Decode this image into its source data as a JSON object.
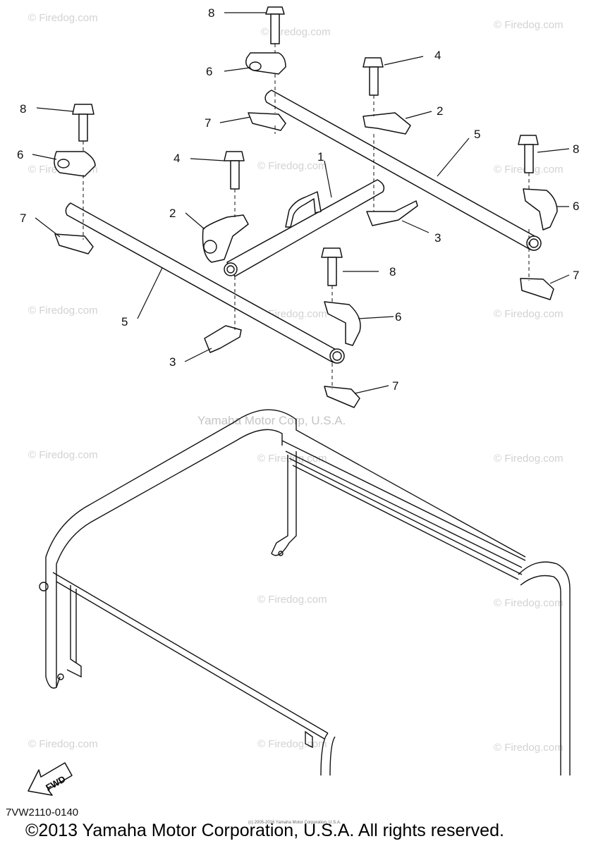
{
  "watermark": "© Firedog.com",
  "corp_watermark": "Yamaha Motor Corp, U.S.A.",
  "callouts": [
    "8",
    "6",
    "4",
    "2",
    "7",
    "8",
    "6",
    "1",
    "5",
    "8",
    "4",
    "2",
    "6",
    "7",
    "3",
    "5",
    "8",
    "6",
    "7",
    "3",
    "7"
  ],
  "diagram_code": "7VW2110-0140",
  "fine_print": "(c) 2005-2016 Yamaha Motor Corporation, U.S.A.",
  "copyright": "©2013 Yamaha Motor Corporation, U.S.A. All rights reserved.",
  "fwd_label": "FWD"
}
